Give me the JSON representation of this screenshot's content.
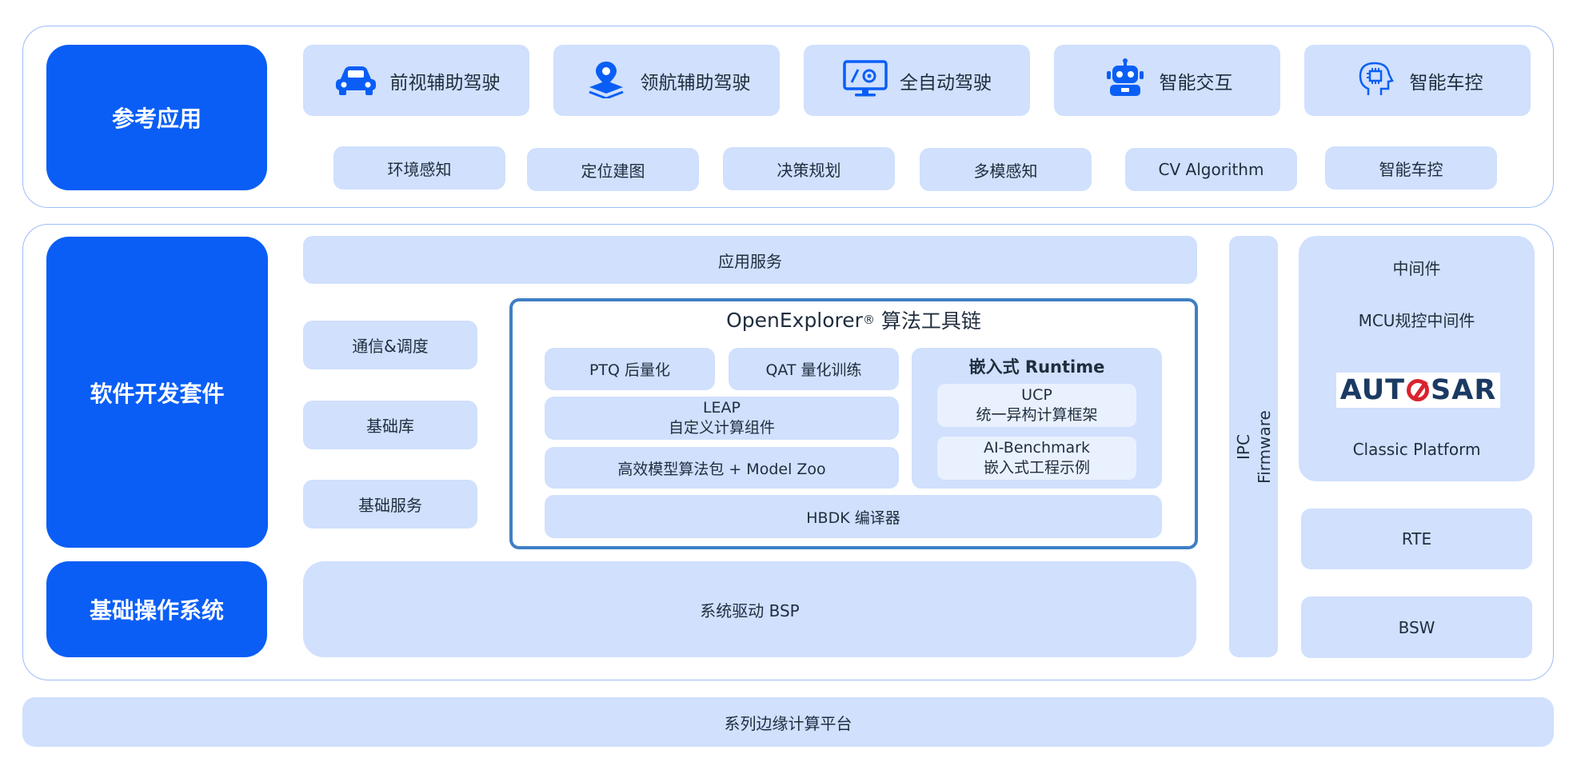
{
  "colors": {
    "primary_blue": "#0a5ef5",
    "light_blue": "#d0e0fd",
    "inner_light": "#eaf1fe",
    "panel_border": "#9cbdf5",
    "toolchain_border": "#3f7fc4"
  },
  "reference_apps": {
    "label": "参考应用",
    "cards": [
      {
        "label": "前视辅助驾驶",
        "icon": "car-icon"
      },
      {
        "label": "领航辅助驾驶",
        "icon": "map-pin-icon"
      },
      {
        "label": "全自动驾驶",
        "icon": "monitor-icon"
      },
      {
        "label": "智能交互",
        "icon": "robot-icon"
      },
      {
        "label": "智能车控",
        "icon": "brain-chip-icon"
      }
    ],
    "sub_items": [
      "环境感知",
      "定位建图",
      "决策规划",
      "多模感知",
      "CV Algorithm",
      "智能车控"
    ]
  },
  "sdk": {
    "label": "软件开发套件",
    "app_service": "应用服务",
    "left_items": [
      "通信&调度",
      "基础库",
      "基础服务"
    ],
    "toolchain": {
      "title": "OpenExplorer",
      "registered": "®",
      "title_suffix": " 算法工具链",
      "ptq": "PTQ 后量化",
      "qat": "QAT 量化训练",
      "leap_line1": "LEAP",
      "leap_line2": "自定义计算组件",
      "model_zoo": "高效模型算法包 + Model Zoo",
      "compiler": "HBDK 编译器",
      "runtime": {
        "title": "嵌入式 Runtime",
        "ucp_line1": "UCP",
        "ucp_line2": "统一异构计算框架",
        "bench_line1": "AI-Benchmark",
        "bench_line2": "嵌入式工程示例"
      }
    }
  },
  "base_os": {
    "label": "基础操作系统",
    "bsp": "系统驱动 BSP"
  },
  "ipc": {
    "line1": "IPC",
    "line2": "Firmware"
  },
  "middleware": {
    "title": "中间件",
    "mcu": "MCU规控中间件",
    "logo_text_left": "AUT",
    "logo_text_right": "SAR",
    "classic": "Classic Platform",
    "rte": "RTE",
    "bsw": "BSW"
  },
  "platform": "系列边缘计算平台"
}
